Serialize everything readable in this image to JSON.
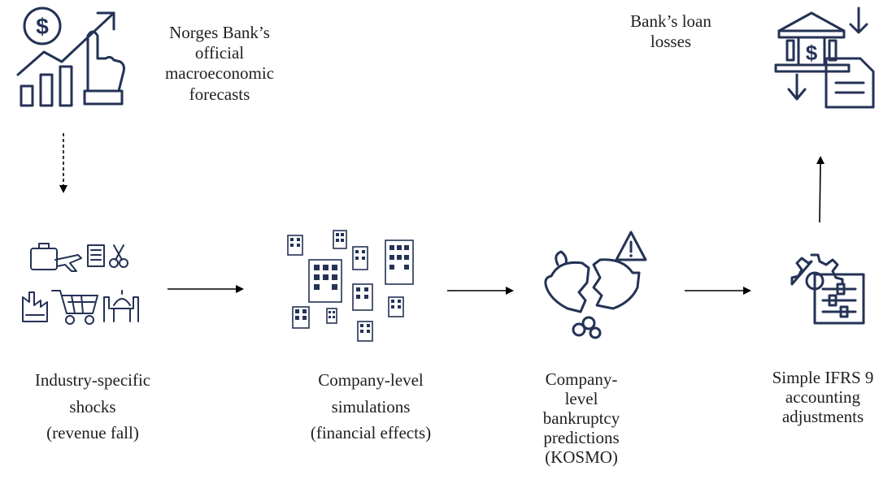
{
  "top": {
    "forecast_label": [
      "Norges Bank’s",
      "official",
      "macroeconomic",
      "forecasts"
    ],
    "loss_label": [
      "Bank’s loan",
      "losses"
    ]
  },
  "steps": [
    {
      "lines": [
        "Industry-specific",
        "shocks",
        "(revenue fall)"
      ],
      "icon": "industry-collage-icon"
    },
    {
      "lines": [
        "Company-level",
        "simulations",
        "(financial effects)"
      ],
      "icon": "buildings-icon"
    },
    {
      "lines": [
        "Company-",
        "level",
        "bankruptcy",
        "predictions",
        "(KOSMO)"
      ],
      "icon": "broken-piggy-bank-icon"
    },
    {
      "lines": [
        "Simple IFRS 9",
        "accounting",
        "adjustments"
      ],
      "icon": "settings-sliders-icon"
    }
  ],
  "colors": {
    "icon": "#243255",
    "text": "#1f1f1f",
    "arrow": "#000000"
  }
}
